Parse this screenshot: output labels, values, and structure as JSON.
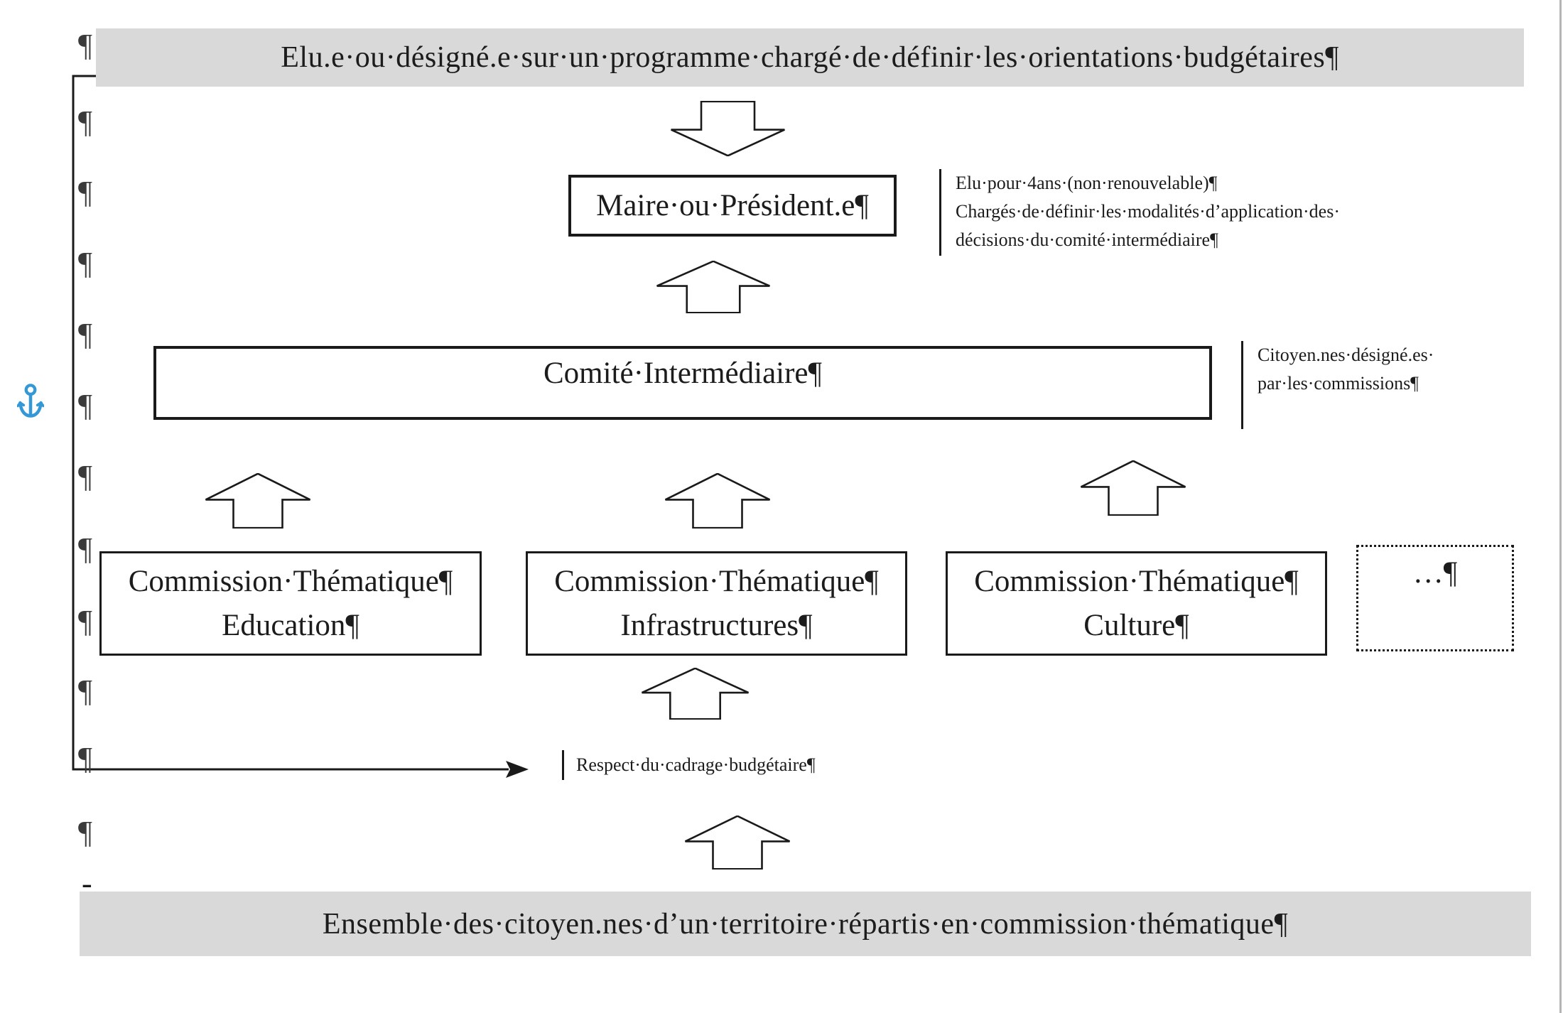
{
  "styles": {
    "banner_bg": "#d9d9d9",
    "anchor_color": "#3598d6"
  },
  "top_banner": {
    "text": "Elu.e·ou·désigné.e·sur·un·programme·chargé·de·définir·les·orientations·budgétaires¶"
  },
  "bottom_banner": {
    "text": "Ensemble·des·citoyen.nes·d’un·territoire·répartis·en·commission·thématique¶"
  },
  "boxes": {
    "maire": {
      "text": "Maire·ou·Président.e¶"
    },
    "comite": {
      "text": "Comité·Intermédiaire¶"
    },
    "ellipsis": {
      "text": "…¶"
    }
  },
  "commissions": [
    {
      "line1": "Commission·Thématique¶",
      "line2": "Education¶"
    },
    {
      "line1": "Commission·Thématique¶",
      "line2": "Infrastructures¶"
    },
    {
      "line1": "Commission·Thématique¶",
      "line2": "Culture¶"
    }
  ],
  "notes": {
    "maire_note": {
      "line1": "Elu·pour·4ans·(non·renouvelable)¶",
      "line2": "Chargés·de·définir·les·modalités·d’application·des·",
      "line3": "décisions·du·comité·intermédiaire¶"
    },
    "comite_note": {
      "line1": "Citoyen.nes·désigné.es·",
      "line2": "par·les·commissions¶"
    },
    "budget_note": {
      "text": "Respect·du·cadrage·budgétaire¶"
    }
  },
  "marks": {
    "pilcrow": "¶",
    "dash": "-"
  }
}
